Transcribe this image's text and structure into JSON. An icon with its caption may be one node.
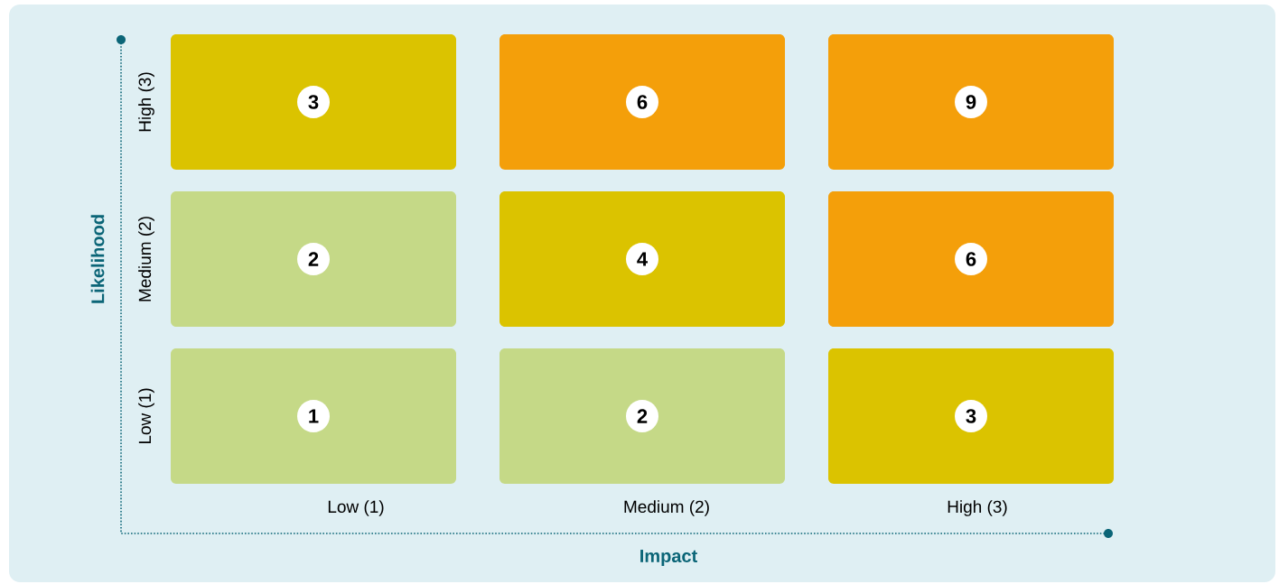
{
  "diagram": {
    "nodes": [
      {
        "text": [
          "3"
        ]
      },
      {
        "text": [
          "6"
        ]
      },
      {
        "text": [
          "9"
        ]
      },
      {
        "text": [
          "2"
        ]
      },
      {
        "text": [
          "4"
        ]
      },
      {
        "text": [
          "6"
        ]
      },
      {
        "text": [
          "1"
        ]
      },
      {
        "text": [
          "2"
        ]
      },
      {
        "text": [
          "3"
        ]
      }
    ],
    "labels": [
      "Likelihood",
      "High (3)",
      "Medium (2)",
      "Low (1)",
      "Low (1)",
      "Medium (2)",
      "High (3)",
      "Impact"
    ]
  }
}
